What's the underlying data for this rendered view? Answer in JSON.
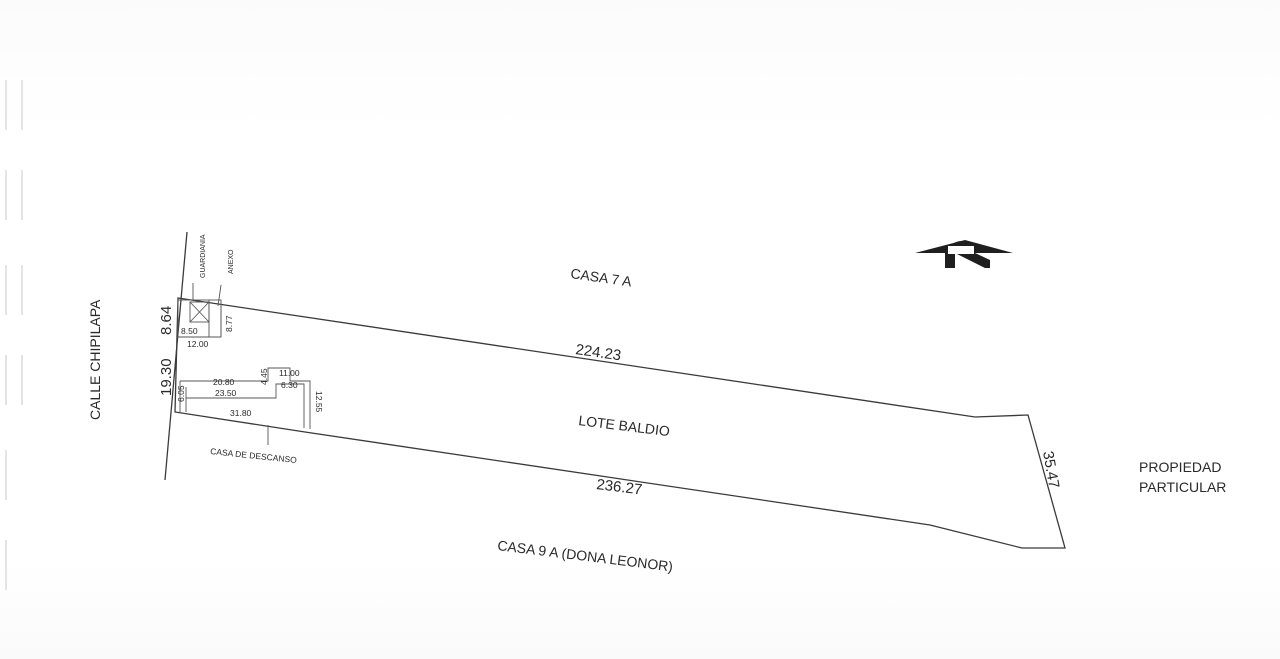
{
  "neighbors": {
    "north": "CASA 7 A",
    "south": "CASA 9 A (DONA LEONOR)",
    "east_line1": "PROPIEDAD",
    "east_line2": "PARTICULAR",
    "west": "CALLE CHIPILAPA"
  },
  "lot": {
    "name": "LOTE BALDIO",
    "north_side": "224.23",
    "south_side": "236.27",
    "east_side": "35.47",
    "west_upper": "8.64",
    "west_lower": "19.30"
  },
  "structures": {
    "guardiania": "GUARDIANIA",
    "anexo": "ANEXO",
    "casa_descanso": "CASA DE DESCANSO"
  },
  "small_dims": {
    "d_8_50": "8.50",
    "d_8_77": "8.77",
    "d_12_00": "12.00",
    "d_20_80": "20.80",
    "d_23_50": "23.50",
    "d_31_80": "31.80",
    "d_11_00": "11.00",
    "d_6_30": "6.30",
    "d_4_45": "4.45",
    "d_6_05": "6.05",
    "d_12_55": "12.55"
  },
  "icons": {
    "north": "north-arrow-icon"
  },
  "colors": {
    "ink": "#2a2a2a",
    "paper": "#ffffff"
  }
}
